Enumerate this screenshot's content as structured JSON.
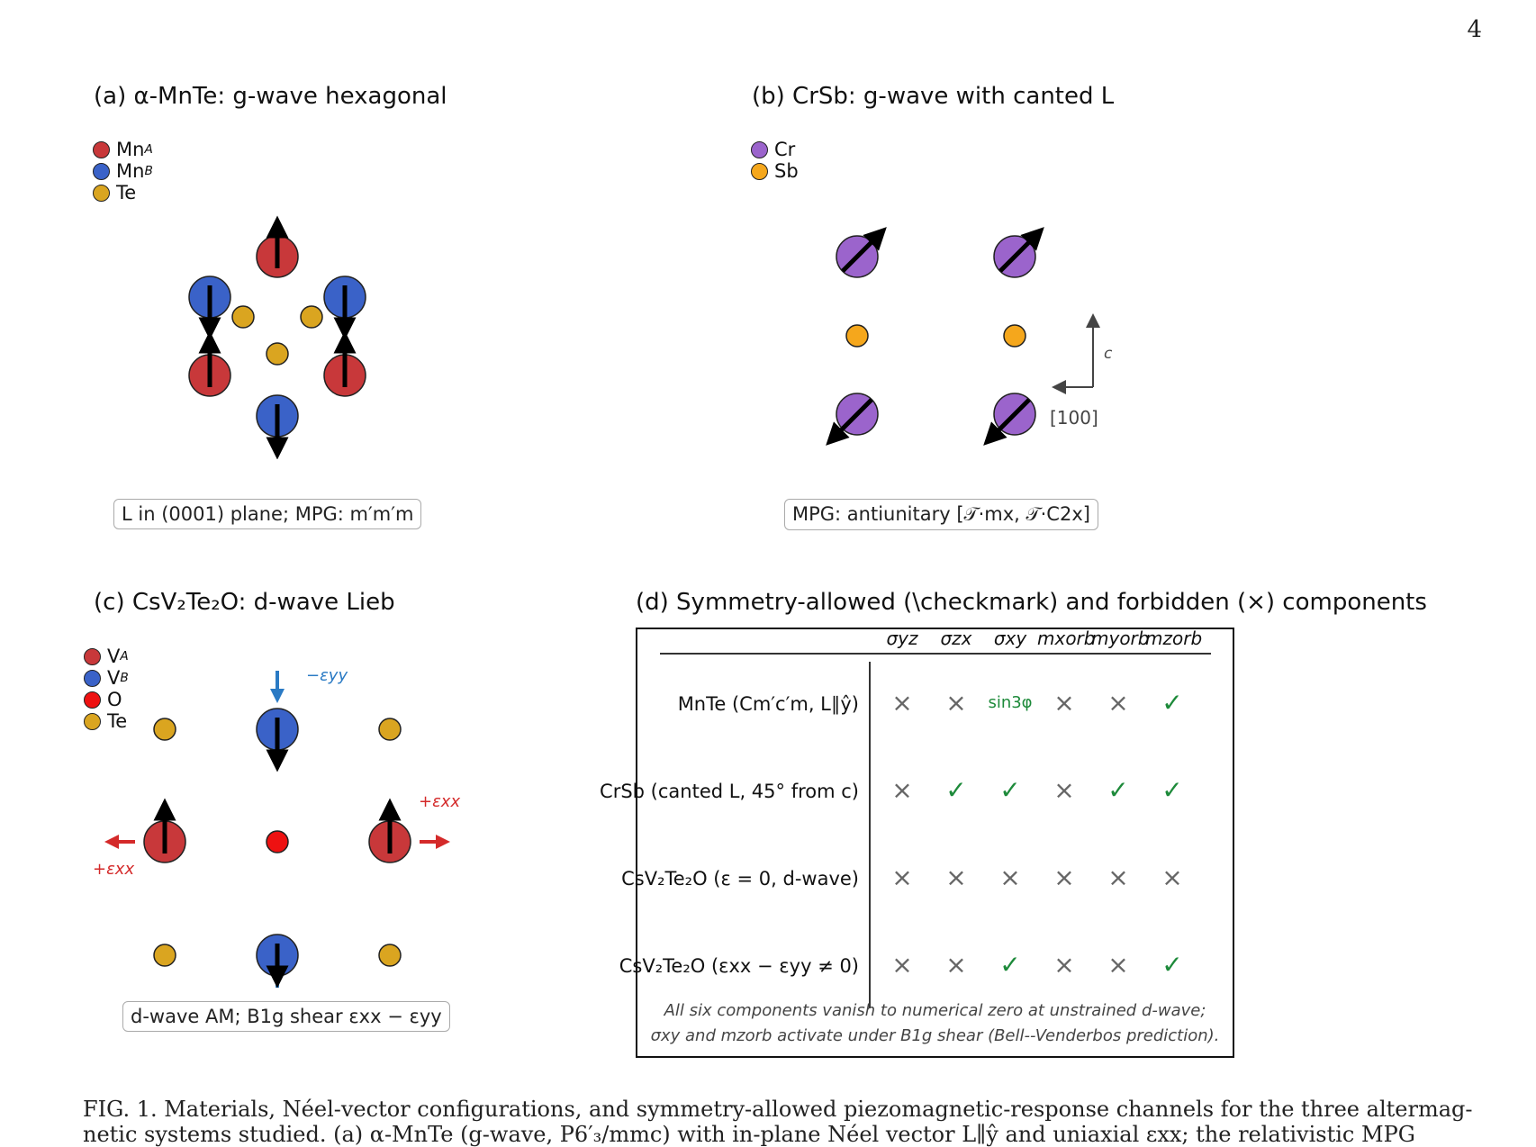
{
  "page_number": "4",
  "panels": {
    "a": {
      "title": "(a)  α-MnTe: g-wave hexagonal",
      "legend": [
        {
          "label": "Mn",
          "sub": "A",
          "color": "#c8383a"
        },
        {
          "label": "Mn",
          "sub": "B",
          "color": "#3a62c8"
        },
        {
          "label": "Te",
          "sub": "",
          "color": "#daa520"
        }
      ],
      "caption": "L in (0001) plane;  MPG: m′m′m"
    },
    "b": {
      "title": "(b)  CrSb: g-wave with canted L",
      "legend": [
        {
          "label": "Cr",
          "color": "#9b64cc"
        },
        {
          "label": "Sb",
          "color": "#f5a71c"
        }
      ],
      "axis_c": "c",
      "axis_100": "[100]",
      "caption": "MPG: antiunitary [𝒯·mx, 𝒯·C2x]"
    },
    "c": {
      "title": "(c)  CsV₂Te₂O: d-wave Lieb",
      "legend": [
        {
          "label": "V",
          "sub": "A",
          "color": "#c8383a"
        },
        {
          "label": "V",
          "sub": "B",
          "color": "#3a62c8"
        },
        {
          "label": "O",
          "sub": "",
          "color": "#ee1111"
        },
        {
          "label": "Te",
          "sub": "",
          "color": "#daa520"
        }
      ],
      "strain_yy": "−εyy",
      "strain_xx_right": "+εxx",
      "strain_xx_left": "+εxx",
      "caption": "d-wave AM;  B1g shear εxx − εyy"
    },
    "d": {
      "title": "(d)  Symmetry-allowed (\\checkmark) and forbidden (×) components",
      "columns": [
        "σyz",
        "σzx",
        "σxy",
        "mxorb",
        "myorb",
        "mzorb"
      ],
      "rows": [
        {
          "label": "MnTe (Cm′c′m, L∥ŷ)",
          "cells": [
            "×",
            "×",
            "sin3φ",
            "×",
            "×",
            "✓"
          ]
        },
        {
          "label": "CrSb (canted L, 45° from c)",
          "cells": [
            "×",
            "✓",
            "✓",
            "×",
            "✓",
            "✓"
          ]
        },
        {
          "label": "CsV₂Te₂O (ε = 0, d-wave)",
          "cells": [
            "×",
            "×",
            "×",
            "×",
            "×",
            "×"
          ]
        },
        {
          "label": "CsV₂Te₂O (εxx − εyy ≠ 0)",
          "cells": [
            "×",
            "×",
            "✓",
            "×",
            "×",
            "✓"
          ]
        }
      ],
      "note_line1": "All six components vanish to numerical zero at unstrained d-wave;",
      "note_line2": "σxy and mzorb activate under B1g shear (Bell--Venderbos prediction)."
    }
  },
  "figure_caption": {
    "line1": "FIG. 1.   Materials, Néel-vector configurations, and symmetry-allowed piezomagnetic-response channels for the three altermag-",
    "line2": "netic systems studied. (a) α-MnTe (g-wave, P6′₃/mmc) with in-plane Néel vector L∥ŷ and uniaxial εxx; the relativistic MPG"
  }
}
